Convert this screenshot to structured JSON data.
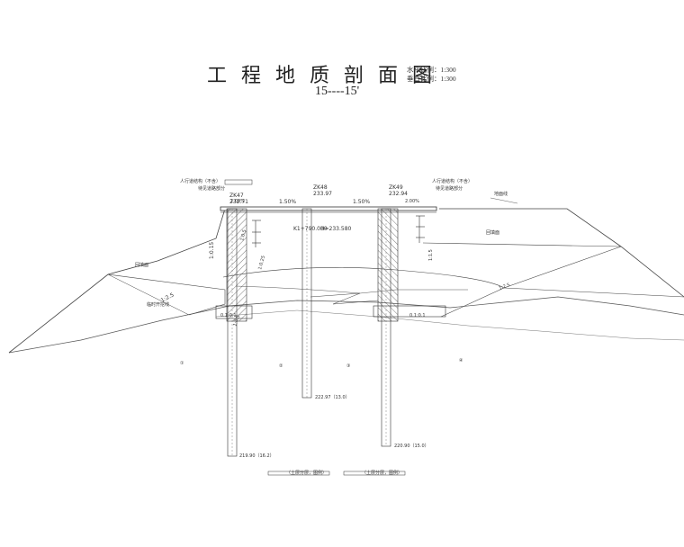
{
  "title": "工程地质剖面图",
  "section_id": "15----15'",
  "scale_horizontal": "水平比例：1:300",
  "scale_vertical": "垂直比例：1:300",
  "boreholes": [
    {
      "id": "ZK47",
      "elev": "232.71"
    },
    {
      "id": "ZK48",
      "elev": "233.97"
    },
    {
      "id": "ZK49",
      "elev": "232.94"
    }
  ],
  "station_label": "K1+790.000",
  "design_elev": "H=233.580",
  "slopes": {
    "left": "1.50%",
    "right": "1.50%",
    "left_edge": "2.00%",
    "right_edge": "2.00%"
  },
  "ratios": {
    "a": "1:2.5",
    "b": "1:0.15",
    "c": "1:0.25",
    "d": "1:0.5",
    "e": "1:0.5",
    "f": "0.1:0.1",
    "g": "0.1:0.1",
    "h": "1:1.5",
    "i": "1:2.5"
  },
  "labels": {
    "sidewalk_left": "人行道结构（不含）",
    "sidewalk_right": "人行道结构（不含）",
    "remove_left": "待见道路部分",
    "remove_right": "待见道路部分",
    "ground_line": "地面线",
    "design_surface_left": "回填面",
    "design_surface_right": "回填面",
    "temp_slope": "临时开挖线",
    "legend_left": "（土层分层，图例）",
    "legend_right": "（土层分层，图例）"
  },
  "layers": [
    "①",
    "②",
    "③",
    "④"
  ],
  "depths": [
    "222.97（13.0）",
    "219.90（16.2）",
    "220.90（15.0）"
  ]
}
